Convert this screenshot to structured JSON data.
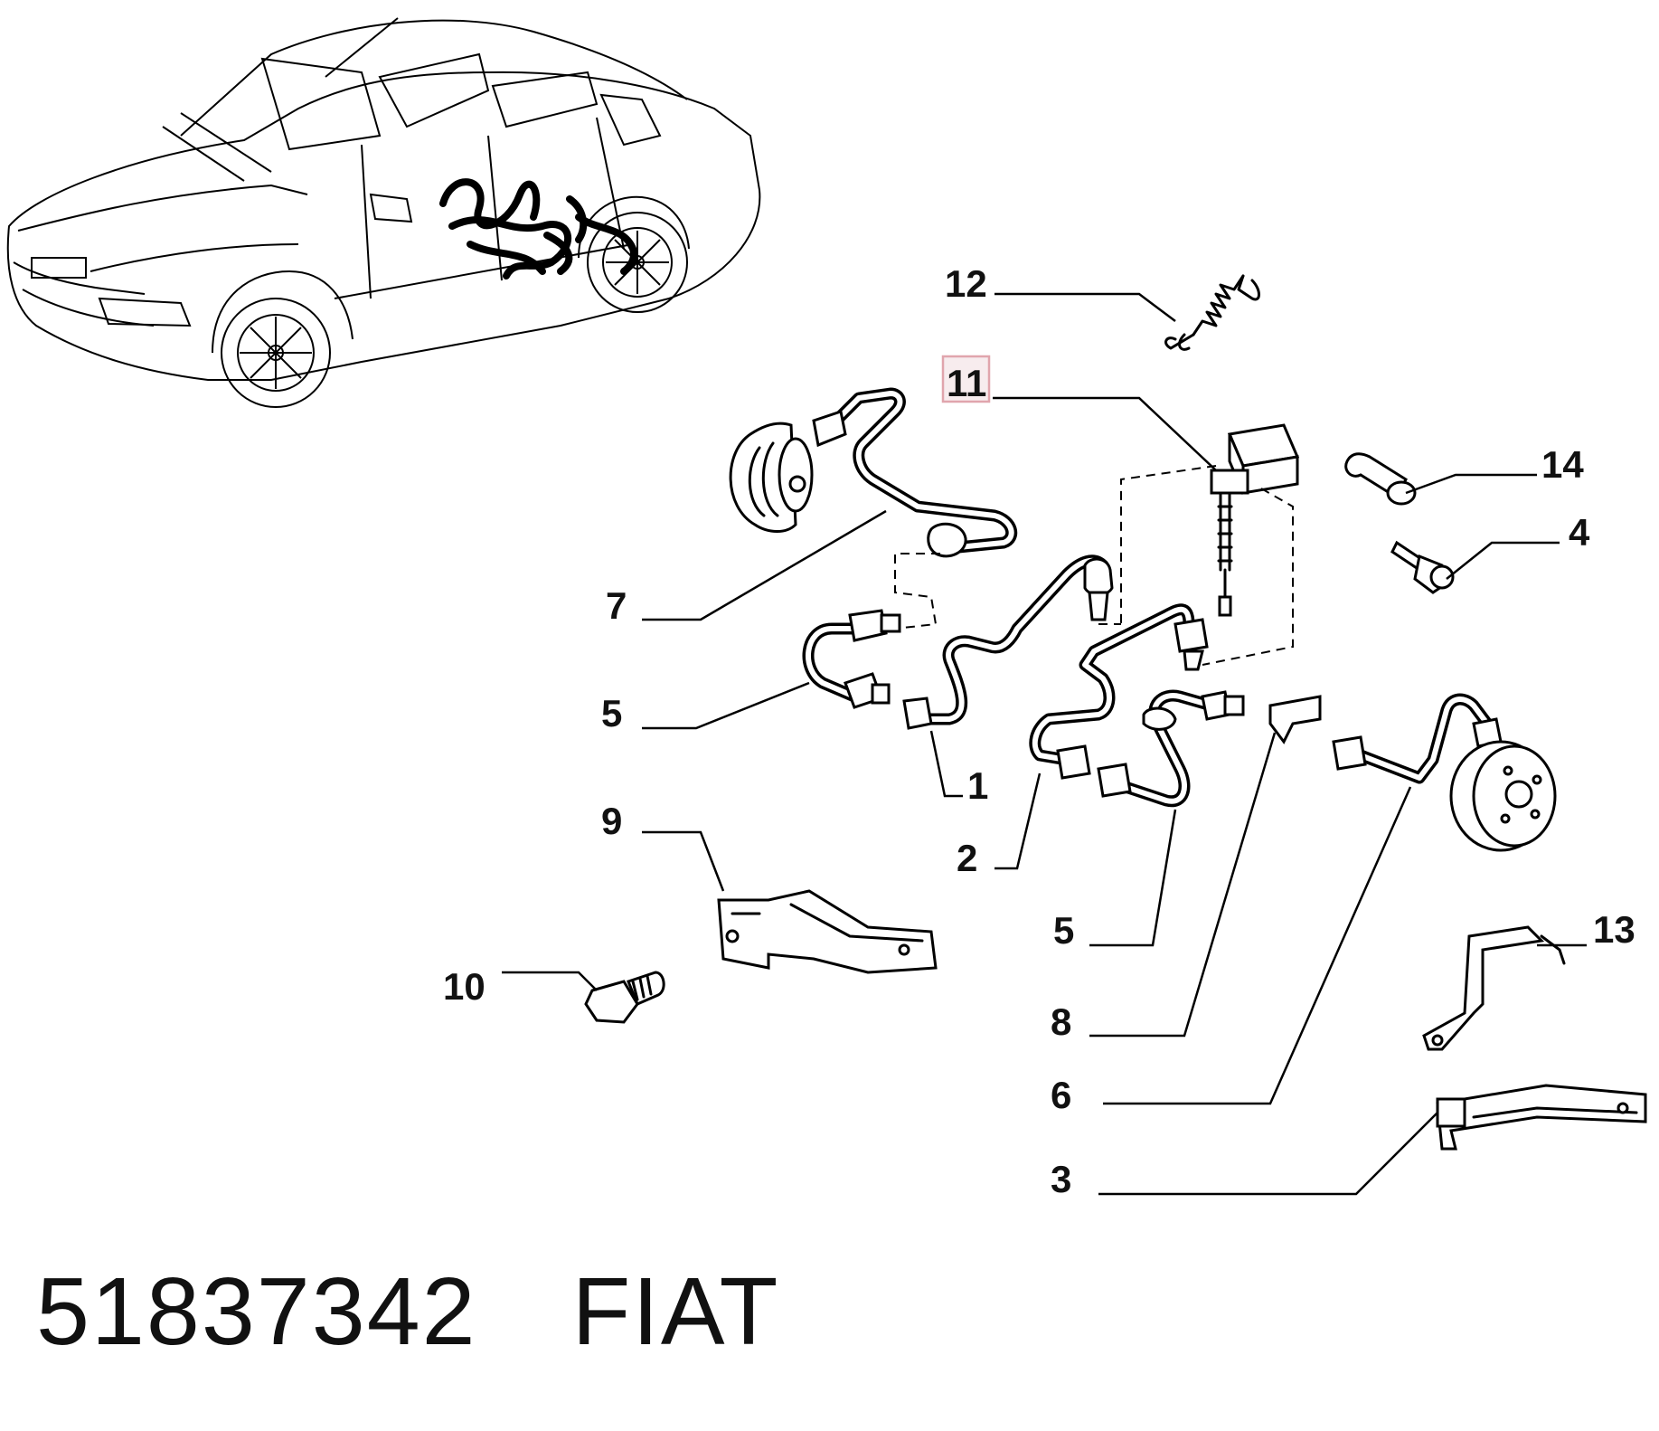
{
  "callouts": [
    {
      "id": "c12",
      "label": "12"
    },
    {
      "id": "c11",
      "label": "11",
      "highlighted": true
    },
    {
      "id": "c14",
      "label": "14"
    },
    {
      "id": "c4",
      "label": "4"
    },
    {
      "id": "c7",
      "label": "7"
    },
    {
      "id": "c5a",
      "label": "5"
    },
    {
      "id": "c1",
      "label": "1"
    },
    {
      "id": "c9",
      "label": "9"
    },
    {
      "id": "c2",
      "label": "2"
    },
    {
      "id": "c5b",
      "label": "5"
    },
    {
      "id": "c10",
      "label": "10"
    },
    {
      "id": "c8",
      "label": "8"
    },
    {
      "id": "c13",
      "label": "13"
    },
    {
      "id": "c6",
      "label": "6"
    },
    {
      "id": "c3",
      "label": "3"
    }
  ],
  "footer": {
    "part_number": "51837342",
    "brand": "FIAT"
  },
  "colors": {
    "highlight_box": "#e0a5ad",
    "highlight_fill": "#f7ecee",
    "ink": "#000000"
  }
}
